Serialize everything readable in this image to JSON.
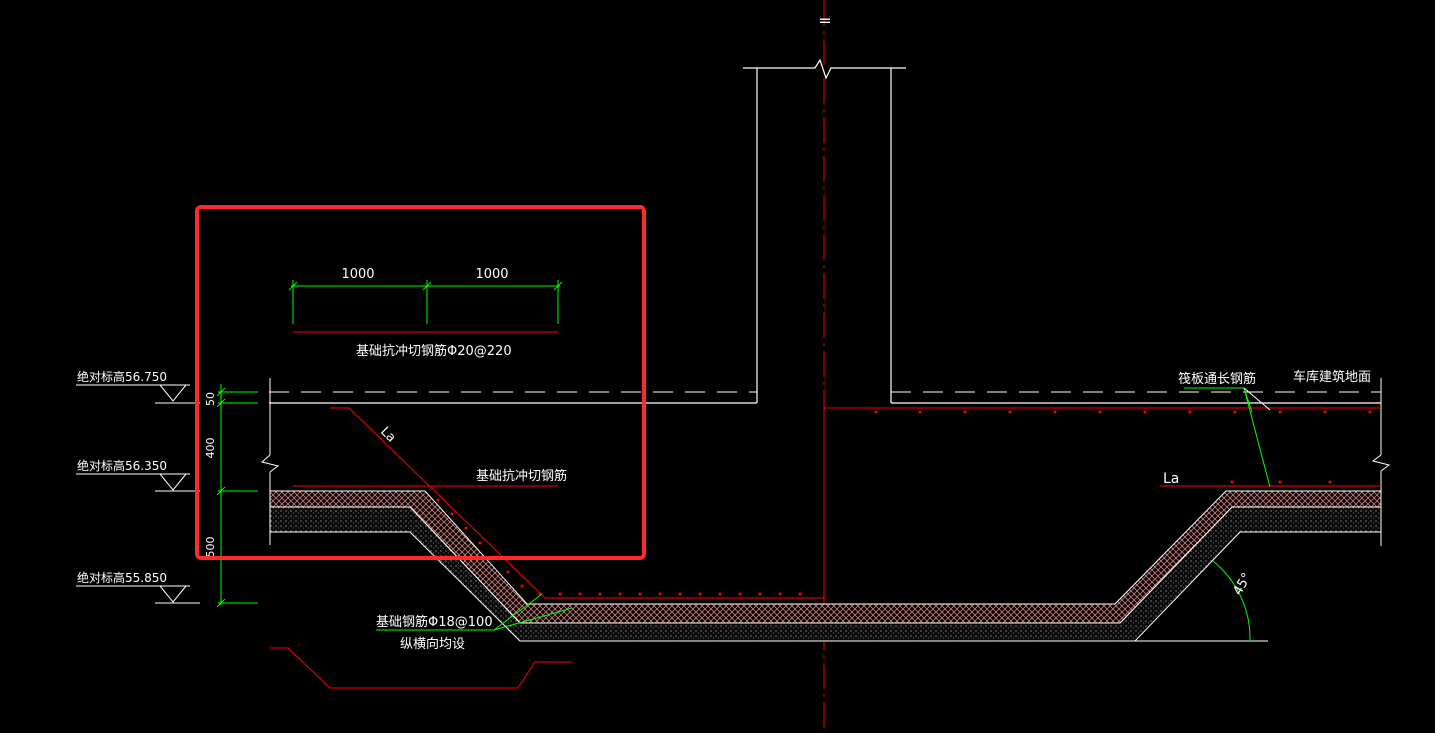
{
  "colors": {
    "background": "#000000",
    "white": "#ffffff",
    "red": "#ff0000",
    "green": "#00ff00",
    "hatch": "#c87878",
    "highlight": "#ff2a2a"
  },
  "labels": {
    "elev1": "绝对标高56.750",
    "elev2": "绝对标高56.350",
    "elev3": "绝对标高55.850",
    "dim_1000_a": "1000",
    "dim_1000_b": "1000",
    "rebar_spacing": "基础抗冲切钢筋Φ20@220",
    "rebar_punch": "基础抗冲切钢筋",
    "la_left": "La",
    "la_right": "La",
    "vdim_50": "50",
    "vdim_400": "400",
    "vdim_500": "500",
    "base_rebar": "基础钢筋Φ18@100",
    "base_rebar_note": "纵横向均设",
    "raft_rebar": "筏板通长钢筋",
    "garage_floor": "车库建筑地面",
    "angle": "45°",
    "break_mark": "="
  }
}
